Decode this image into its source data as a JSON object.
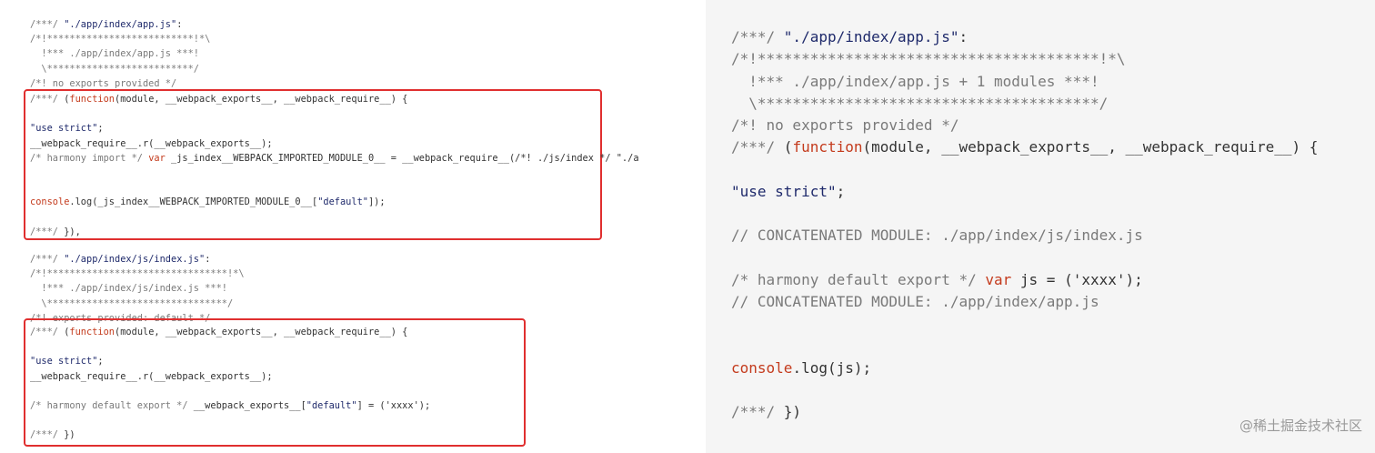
{
  "left_code": {
    "app_module": [
      {
        "c": "/***/ ",
        "s": "\"./app/index/app.js\"",
        "p": ":"
      },
      {
        "c": "/*!**************************!*\\"
      },
      {
        "c": "  !*** ./app/index/app.js ***!"
      },
      {
        "c": "  \\**************************/"
      },
      {
        "c": "/*! no exports provided */"
      }
    ],
    "app_wrapper": [
      {
        "c": "/***/ ",
        "p": "(",
        "k": "function",
        "p2": "(module, __webpack_exports__, __webpack_require__) {"
      },
      {
        "p": ""
      },
      {
        "s": "\"use strict\"",
        "p": ";"
      },
      {
        "p": "__webpack_require__.r(__webpack_exports__);"
      },
      {
        "c": "/* harmony import */ ",
        "k": "var",
        "p": " _js_index__WEBPACK_IMPORTED_MODULE_0__ = __webpack_require__(/*! ./js/index */ \"./a"
      },
      {
        "p": ""
      },
      {
        "p": ""
      },
      {
        "k": "console",
        "p": ".log(_js_index__WEBPACK_IMPORTED_MODULE_0__[",
        "s": "\"default\"",
        "p2": "]);"
      },
      {
        "p": ""
      },
      {
        "c": "/***/ ",
        "p": "}),"
      }
    ],
    "index_module": [
      {
        "c": "/***/ ",
        "s": "\"./app/index/js/index.js\"",
        "p": ":"
      },
      {
        "c": "/*!********************************!*\\"
      },
      {
        "c": "  !*** ./app/index/js/index.js ***!"
      },
      {
        "c": "  \\********************************/"
      },
      {
        "c": "/*! exports provided: default */"
      }
    ],
    "index_wrapper": [
      {
        "c": "/***/ ",
        "p": "(",
        "k": "function",
        "p2": "(module, __webpack_exports__, __webpack_require__) {"
      },
      {
        "p": ""
      },
      {
        "s": "\"use strict\"",
        "p": ";"
      },
      {
        "p": "__webpack_require__.r(__webpack_exports__);"
      },
      {
        "p": ""
      },
      {
        "c": "/* harmony default export */ ",
        "p": "__webpack_exports__[",
        "s": "\"default\"",
        "p2": "] = ('xxxx');"
      },
      {
        "p": ""
      },
      {
        "c": "/***/ ",
        "p": "})"
      }
    ]
  },
  "right_code": [
    {
      "c": "/***/ ",
      "s": "\"./app/index/app.js\"",
      "p": ":"
    },
    {
      "c": "/*!***************************************!*\\"
    },
    {
      "c": "  !*** ./app/index/app.js + 1 modules ***!"
    },
    {
      "c": "  \\***************************************/"
    },
    {
      "c": "/*! no exports provided */"
    },
    {
      "c": "/***/ ",
      "p": "(",
      "k": "function",
      "p2": "(module, __webpack_exports__, __webpack_require__) {"
    },
    {
      "p": ""
    },
    {
      "s": "\"use strict\"",
      "p": ";"
    },
    {
      "p": ""
    },
    {
      "c": "// CONCATENATED MODULE: ./app/index/js/index.js"
    },
    {
      "p": ""
    },
    {
      "c": "/* harmony default export */ ",
      "k": "var",
      "p": " js = ('xxxx');"
    },
    {
      "c": "// CONCATENATED MODULE: ./app/index/app.js"
    },
    {
      "p": ""
    },
    {
      "p": ""
    },
    {
      "k": "console",
      "p": ".log(js);"
    },
    {
      "p": ""
    },
    {
      "c": "/***/ ",
      "p": "})"
    }
  ],
  "watermark": "@稀土掘金技术社区",
  "colors": {
    "comment": "#7a7a7a",
    "string": "#1f2a6b",
    "keyword": "#c43b1d",
    "highlight_border": "#e02f2f"
  }
}
